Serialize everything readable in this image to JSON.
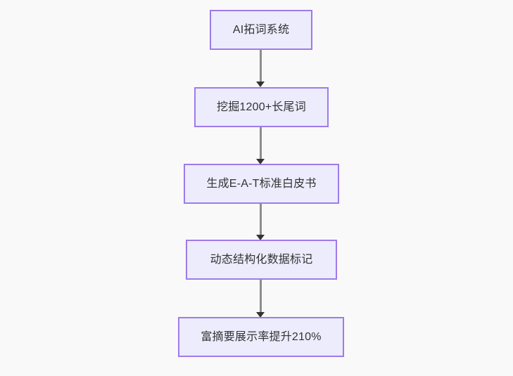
{
  "diagram": {
    "type": "flowchart",
    "direction": "top-to-bottom",
    "background_color": "#f9f9f9",
    "node_fill_color": "#ececfd",
    "node_border_color": "#9f7aea",
    "node_text_color": "#333333",
    "edge_color": "#8d8d8d",
    "arrowhead_color": "#333333",
    "nodes": [
      {
        "id": "node-1",
        "label": "AI拓词系统"
      },
      {
        "id": "node-2",
        "label": "挖掘1200+长尾词"
      },
      {
        "id": "node-3",
        "label": "生成E-A-T标准白皮书"
      },
      {
        "id": "node-4",
        "label": "动态结构化数据标记"
      },
      {
        "id": "node-5",
        "label": "富摘要展示率提升210%"
      }
    ],
    "edges": [
      {
        "id": "edge-1",
        "from": "node-1",
        "to": "node-2"
      },
      {
        "id": "edge-2",
        "from": "node-2",
        "to": "node-3"
      },
      {
        "id": "edge-3",
        "from": "node-3",
        "to": "node-4"
      },
      {
        "id": "edge-4",
        "from": "node-4",
        "to": "node-5"
      }
    ]
  }
}
